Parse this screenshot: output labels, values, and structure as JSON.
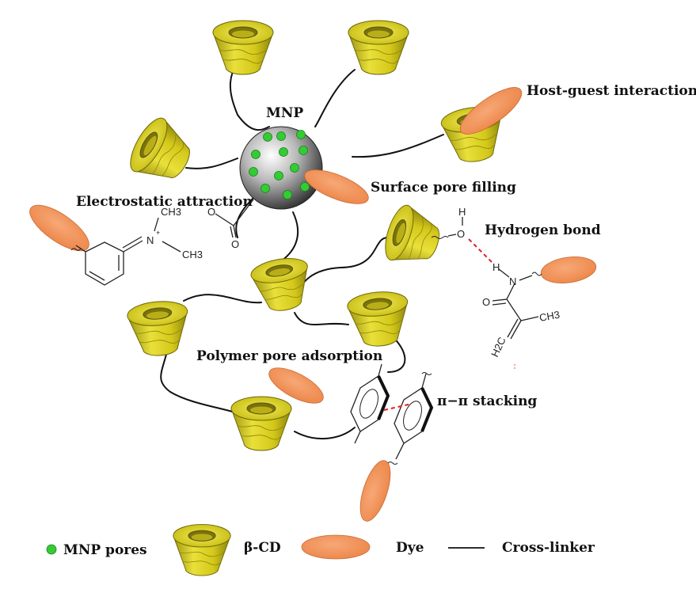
{
  "labels": {
    "mnp": "MNP",
    "host_guest": "Host-guest  interaction",
    "surface_pore": "Surface pore filling",
    "electrostatic": "Electrostatic attraction",
    "hydrogen_bond": "Hydrogen bond",
    "polymer_pore": "Polymer pore adsorption",
    "pi_stacking": "π−π  stacking"
  },
  "chem": {
    "ch3_top": "CH3",
    "n_plus": "N",
    "plus": "+",
    "ch3_right": "CH3",
    "o_minus": "O",
    "o_carbonyl": "O",
    "h_top": "H",
    "o_hydroxyl": "O",
    "h_amide": "H",
    "n_amide": "N",
    "o_amide": "O",
    "ch3_acryl": "CH3",
    "h2c": "H2C"
  },
  "legend": {
    "mnp_pores": "MNP pores",
    "beta_cd": "β-CD",
    "dye": "Dye",
    "cross_linker": "Cross-linker"
  },
  "colors": {
    "cd_yellow": "#d9cf1c",
    "dye_orange": "#f0925a",
    "pore_green": "#33cc33",
    "mnp_gray": "#9a9a9a"
  }
}
